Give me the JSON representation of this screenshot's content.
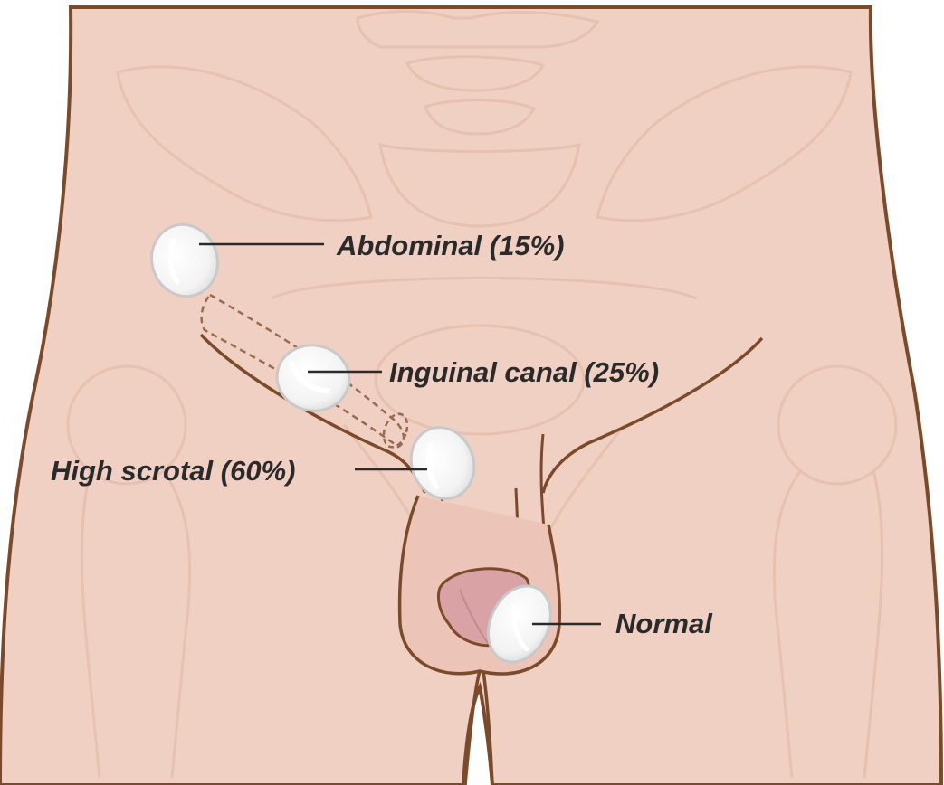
{
  "labels": {
    "abdominal": "Abdominal (15%)",
    "inguinal": "Inguinal canal (25%)",
    "high_scrotal": "High scrotal (60%)",
    "normal": "Normal"
  },
  "colors": {
    "skin": "#f0d0c2",
    "outline": "#7b4a2a",
    "bone_faint": "#e9c6b8",
    "testis_fill": "#f6f6f6",
    "testis_stroke": "#c9c9c9",
    "glans": "#d9a3a6",
    "leader_line": "#2a2a2a"
  }
}
